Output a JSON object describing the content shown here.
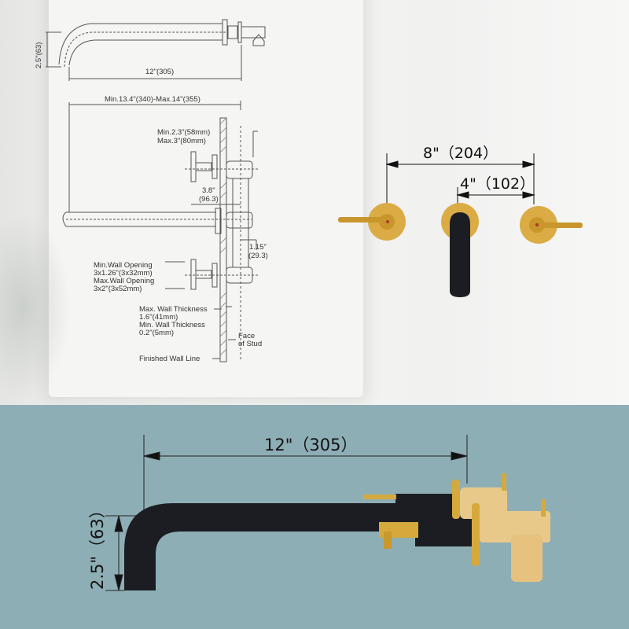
{
  "technical_drawing": {
    "spout_height": "2.5\"(63)",
    "spout_length": "12\"(305)",
    "overall_span": "Min.13.4\"(340)-Max.14\"(355)",
    "handle_depth_min": "Min.2.3\"(58mm)",
    "handle_depth_max": "Max.3\"(80mm)",
    "handle_offset": "3.8\"",
    "handle_offset_mm": "(96.3)",
    "valve_offset": "1.15\"",
    "valve_offset_mm": "(29.3)",
    "wall_opening_min_label": "Min.Wall Opening",
    "wall_opening_min_value": "3x1.26\"(3x32mm)",
    "wall_opening_max_label": "Max.Wall Opening",
    "wall_opening_max_value": "3x2\"(3x52mm)",
    "wall_thickness_max_label": "Max. Wall Thickness",
    "wall_thickness_max_value": "1.6\"(41mm)",
    "wall_thickness_min_label": "Min. Wall Thickness",
    "wall_thickness_min_value": "0.2\"(5mm)",
    "face_of_stud_line1": "Face",
    "face_of_stud_line2": "of Stud",
    "finished_wall_line": "Finished Wall Line"
  },
  "front_view": {
    "handle_spread": "8\"（204）",
    "spout_to_handle": "4\"（102）"
  },
  "side_view": {
    "spout_length": "12\"（305）",
    "spout_drop": "2.5\"（63）"
  },
  "colors": {
    "drawing_line": "#555555",
    "matte_black": "#1b1d22",
    "brushed_gold": "#d8a93a",
    "bottom_background": "#8eaeb5",
    "top_background": "#efefee"
  }
}
